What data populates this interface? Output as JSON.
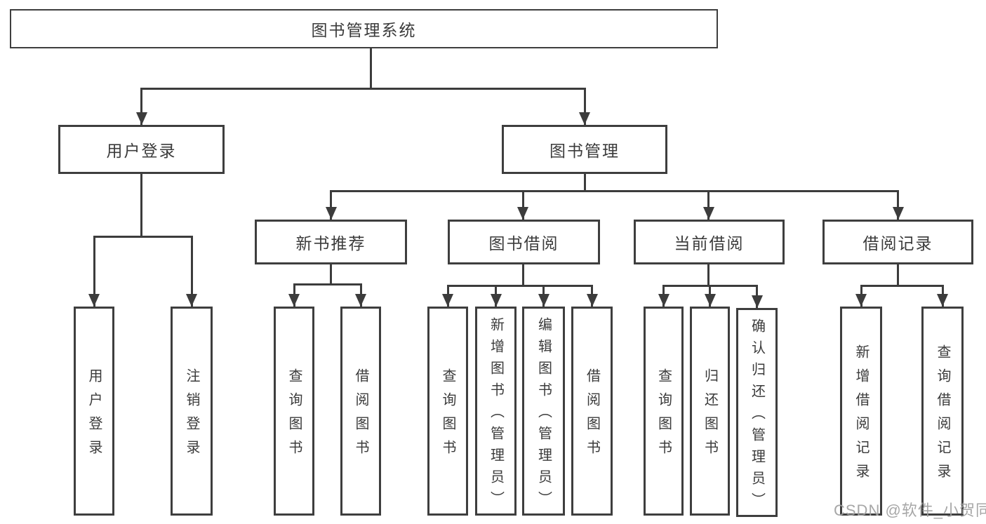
{
  "diagram": {
    "root": {
      "label": "图书管理系统"
    },
    "branches": [
      {
        "label": "用户登录",
        "leaves": [
          {
            "label": "用户登录"
          },
          {
            "label": "注销登录"
          }
        ]
      },
      {
        "label": "图书管理",
        "sections": [
          {
            "label": "新书推荐",
            "leaves": [
              {
                "label": "查询图书"
              },
              {
                "label": "借阅图书"
              }
            ]
          },
          {
            "label": "图书借阅",
            "leaves": [
              {
                "label": "查询图书"
              },
              {
                "label": "新增图书（管理员）"
              },
              {
                "label": "编辑图书（管理员）"
              },
              {
                "label": "借阅图书"
              }
            ]
          },
          {
            "label": "当前借阅",
            "leaves": [
              {
                "label": "查询图书"
              },
              {
                "label": "归还图书"
              },
              {
                "label": "确认归还（管理员）"
              }
            ]
          },
          {
            "label": "借阅记录",
            "leaves": [
              {
                "label": "新增借阅记录"
              },
              {
                "label": "查询借阅记录"
              }
            ]
          }
        ]
      }
    ]
  },
  "watermark": {
    "text": "CSDN @软件_小贺同学"
  },
  "colors": {
    "line": "#3c3c3c",
    "box_border": "#3e3e3e",
    "text": "#3b3b3b",
    "background": "#ffffff",
    "watermark": "#a0a0a0"
  }
}
